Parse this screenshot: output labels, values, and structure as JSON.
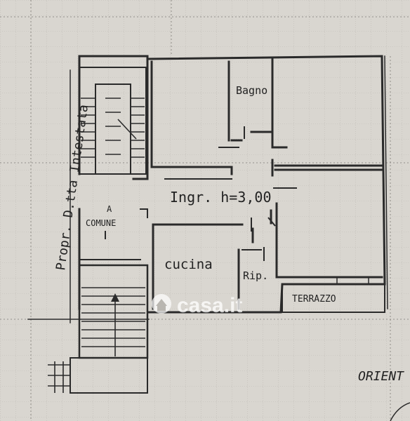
{
  "labels": {
    "bagno": "Bagno",
    "ingresso": "Ingr. h=3,00",
    "a_comune": "A",
    "a_comune_line2": "COMUNE",
    "cucina": "cucina",
    "ripostiglio": "Rip.",
    "terrazzo": "TERRAZZO",
    "side_owner": "Propr. D.tta Intestata",
    "orientation": "ORIENT"
  },
  "watermark": {
    "text": "casa.it"
  },
  "colors": {
    "paper": "#d9d6d0",
    "ink": "#2a2a2a",
    "grid": "#8f8c86"
  }
}
